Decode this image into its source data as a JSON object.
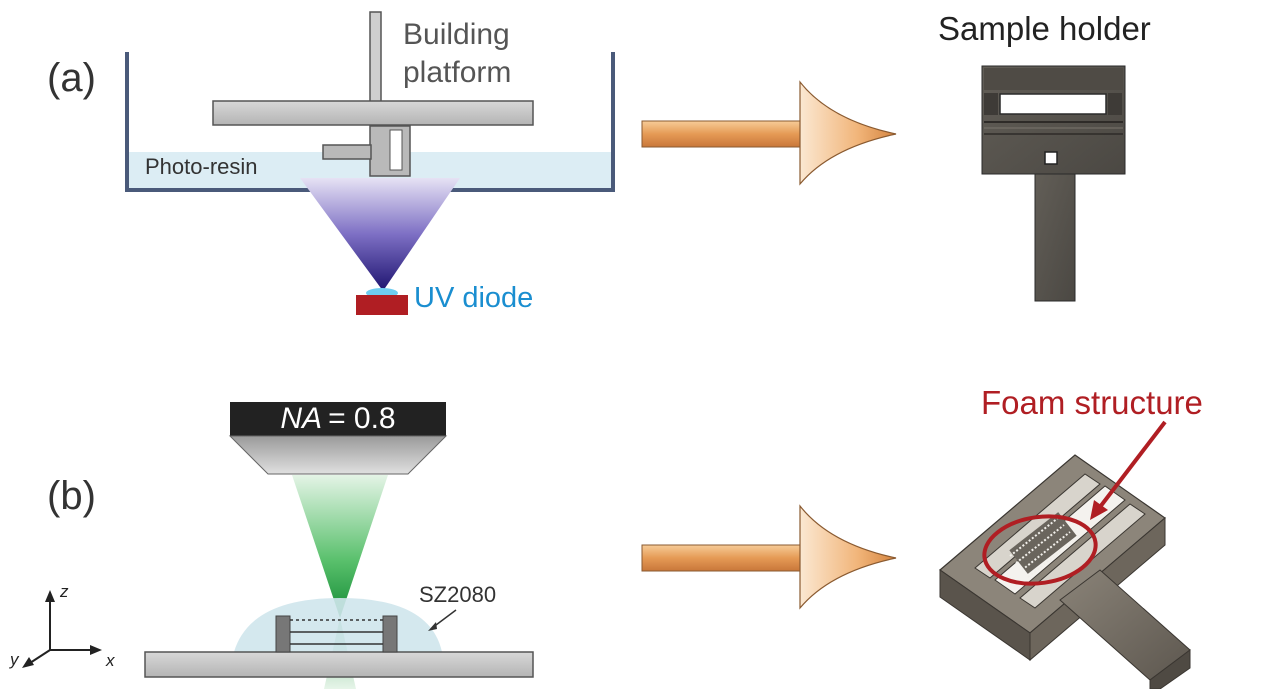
{
  "panel_a": {
    "label": "(a)",
    "building_platform": [
      "Building",
      "platform"
    ],
    "resin": "Photo-resin",
    "uv_diode": "UV diode",
    "result_title": "Sample holder"
  },
  "panel_b": {
    "label": "(b)",
    "objective_na_symbol": "NA",
    "objective_na_value": "= 0.8",
    "photoresist": "SZ2080",
    "axis_z": "z",
    "axis_x": "x",
    "axis_y": "y",
    "result_title": "Foam structure"
  },
  "colors": {
    "tank": "#4a5a7a",
    "resin": "#dcedf4",
    "uv_text": "#1a8ed0",
    "diode": "#b01e23",
    "arrow_orange": "#e8a060",
    "foam_red": "#b01e23",
    "laser_green": "#2aa84a",
    "part_gray": "#5a5650"
  }
}
